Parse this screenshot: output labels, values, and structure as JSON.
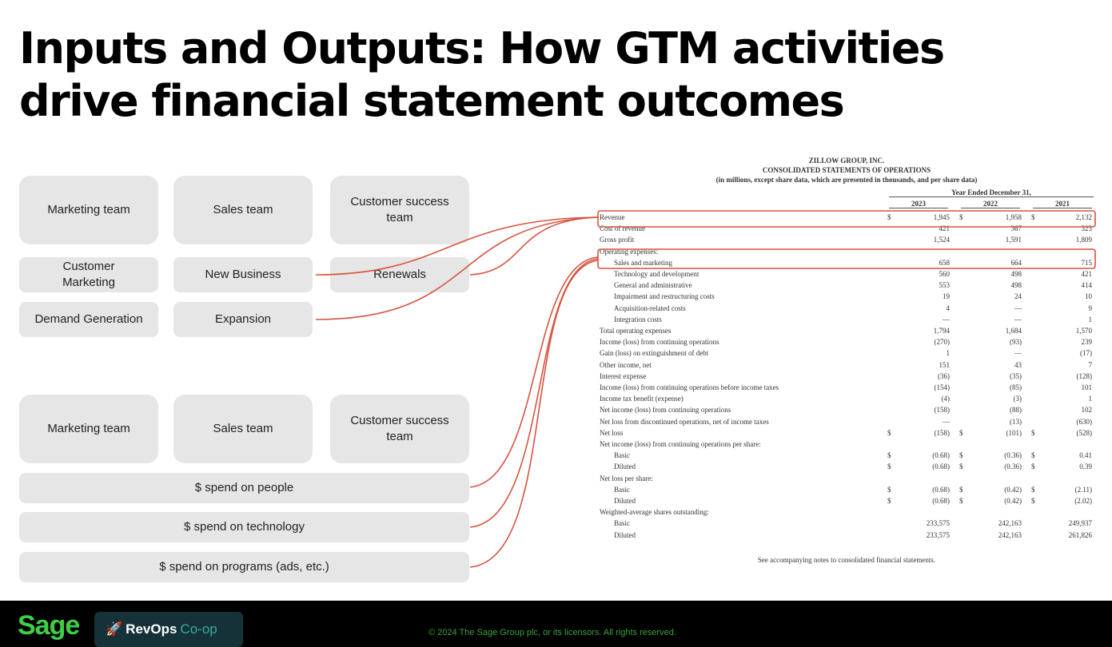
{
  "title": [
    "Inputs and Outputs: How GTM activities",
    "drive financial statement outcomes"
  ],
  "top_boxes": {
    "marketing": "Marketing team",
    "sales": "Sales team",
    "cs": "Customer success team",
    "cust_mkt": "Customer Marketing",
    "new_biz": "New Business",
    "renewals": "Renewals",
    "demand": "Demand Generation",
    "expansion": "Expansion"
  },
  "bottom_boxes": {
    "marketing": "Marketing team",
    "sales": "Sales team",
    "cs": "Customer success team",
    "people": "$ spend on people",
    "tech": "$ spend on technology",
    "programs": "$ spend on programs (ads, etc.)"
  },
  "accent": "#d9533f",
  "statement": {
    "company": "ZILLOW GROUP, INC.",
    "title": "CONSOLIDATED STATEMENTS OF OPERATIONS",
    "subtitle": "(in millions, except share data, which are presented in thousands, and per share data)",
    "period": "Year Ended December 31,",
    "years": [
      "2023",
      "2022",
      "2021"
    ],
    "rows": [
      {
        "label": "Revenue",
        "indent": false,
        "dollar": true,
        "values": [
          "1,945",
          "1,958",
          "2,132"
        ]
      },
      {
        "label": "Cost of revenue",
        "indent": false,
        "dollar": false,
        "values": [
          "421",
          "367",
          "323"
        ]
      },
      {
        "label": "Gross profit",
        "indent": false,
        "dollar": false,
        "values": [
          "1,524",
          "1,591",
          "1,809"
        ]
      },
      {
        "label": "Operating expenses:",
        "indent": false,
        "dollar": false,
        "values": [
          "",
          "",
          ""
        ]
      },
      {
        "label": "Sales and marketing",
        "indent": true,
        "dollar": false,
        "values": [
          "658",
          "664",
          "715"
        ]
      },
      {
        "label": "Technology and development",
        "indent": true,
        "dollar": false,
        "values": [
          "560",
          "498",
          "421"
        ]
      },
      {
        "label": "General and administrative",
        "indent": true,
        "dollar": false,
        "values": [
          "553",
          "498",
          "414"
        ]
      },
      {
        "label": "Impairment and restructuring costs",
        "indent": true,
        "dollar": false,
        "values": [
          "19",
          "24",
          "10"
        ]
      },
      {
        "label": "Acquisition-related costs",
        "indent": true,
        "dollar": false,
        "values": [
          "4",
          "—",
          "9"
        ]
      },
      {
        "label": "Integration costs",
        "indent": true,
        "dollar": false,
        "values": [
          "—",
          "—",
          "1"
        ]
      },
      {
        "label": "Total operating expenses",
        "indent": false,
        "dollar": false,
        "values": [
          "1,794",
          "1,684",
          "1,570"
        ]
      },
      {
        "label": "Income (loss) from continuing operations",
        "indent": false,
        "dollar": false,
        "values": [
          "(270)",
          "(93)",
          "239"
        ]
      },
      {
        "label": "Gain (loss) on extinguishment of debt",
        "indent": false,
        "dollar": false,
        "values": [
          "1",
          "—",
          "(17)"
        ]
      },
      {
        "label": "Other income, net",
        "indent": false,
        "dollar": false,
        "values": [
          "151",
          "43",
          "7"
        ]
      },
      {
        "label": "Interest expense",
        "indent": false,
        "dollar": false,
        "values": [
          "(36)",
          "(35)",
          "(128)"
        ]
      },
      {
        "label": "Income (loss) from continuing operations before income taxes",
        "indent": false,
        "dollar": false,
        "values": [
          "(154)",
          "(85)",
          "101"
        ]
      },
      {
        "label": "Income tax benefit (expense)",
        "indent": false,
        "dollar": false,
        "values": [
          "(4)",
          "(3)",
          "1"
        ]
      },
      {
        "label": "Net income (loss) from continuing operations",
        "indent": false,
        "dollar": false,
        "values": [
          "(158)",
          "(88)",
          "102"
        ]
      },
      {
        "label": "Net loss from discontinued operations, net of income taxes",
        "indent": false,
        "dollar": false,
        "values": [
          "—",
          "(13)",
          "(630)"
        ]
      },
      {
        "label": "Net loss",
        "indent": false,
        "dollar": true,
        "values": [
          "(158)",
          "(101)",
          "(528)"
        ]
      },
      {
        "label": "Net income (loss) from continuing operations per share:",
        "indent": false,
        "dollar": false,
        "values": [
          "",
          "",
          ""
        ]
      },
      {
        "label": "Basic",
        "indent": true,
        "dollar": true,
        "values": [
          "(0.68)",
          "(0.36)",
          "0.41"
        ]
      },
      {
        "label": "Diluted",
        "indent": true,
        "dollar": true,
        "values": [
          "(0.68)",
          "(0.36)",
          "0.39"
        ]
      },
      {
        "label": "Net loss per share:",
        "indent": false,
        "dollar": false,
        "values": [
          "",
          "",
          ""
        ]
      },
      {
        "label": "Basic",
        "indent": true,
        "dollar": true,
        "values": [
          "(0.68)",
          "(0.42)",
          "(2.11)"
        ]
      },
      {
        "label": "Diluted",
        "indent": true,
        "dollar": true,
        "values": [
          "(0.68)",
          "(0.42)",
          "(2.02)"
        ]
      },
      {
        "label": "Weighted-average shares outstanding:",
        "indent": false,
        "dollar": false,
        "values": [
          "",
          "",
          ""
        ]
      },
      {
        "label": "Basic",
        "indent": true,
        "dollar": false,
        "values": [
          "233,575",
          "242,163",
          "249,937"
        ]
      },
      {
        "label": "Diluted",
        "indent": true,
        "dollar": false,
        "values": [
          "233,575",
          "242,163",
          "261,826"
        ]
      }
    ],
    "note": "See accompanying notes to consolidated financial statements."
  },
  "footer": {
    "sage": "Sage",
    "revops": "RevOps",
    "coop": "Co-op",
    "copyright": "© 2024 The Sage Group plc, or its licensors. All rights reserved."
  }
}
